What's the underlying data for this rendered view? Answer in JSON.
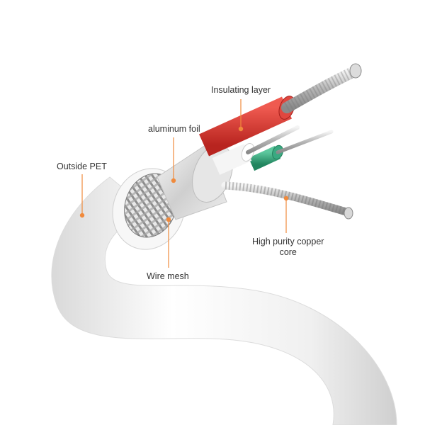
{
  "labels": {
    "insulating_layer": "Insulating layer",
    "aluminum_foil": "aluminum foil",
    "outside_pet": "Outside PET",
    "copper_line1": "High purity copper",
    "copper_line2": "core",
    "wire_mesh": "Wire mesh"
  },
  "colors": {
    "leader": "#f08a3c",
    "red_wire": "#d93a35",
    "green_wire": "#3aa981",
    "cable_white": "#f2f2f2",
    "mesh": "#9a9a9a"
  }
}
